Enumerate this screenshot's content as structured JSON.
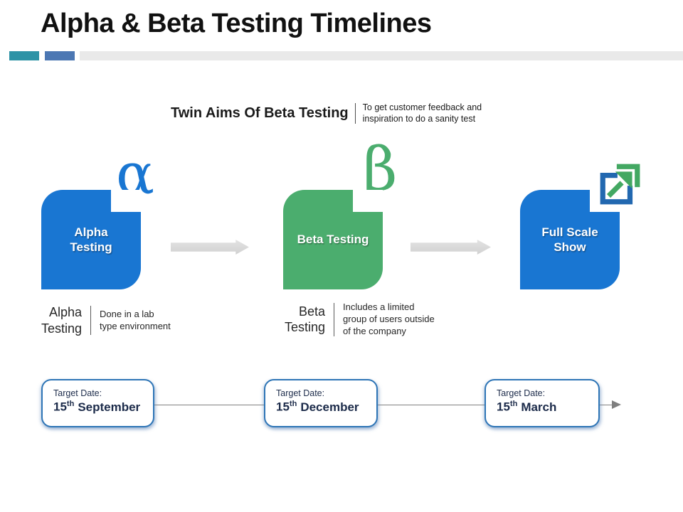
{
  "slide": {
    "title": "Alpha & Beta Testing Timelines"
  },
  "colors": {
    "stage_blue": "#1976D2",
    "stage_green": "#4BAD6E",
    "accent_teal": "#2E93A6",
    "accent_steel_blue": "#4C77B3",
    "accent_gray": "#E9E9E9",
    "timeline_border_blue": "#2E75B6",
    "date_text_navy": "#1c2b4a"
  },
  "callout": {
    "heading": "Twin Aims Of Beta Testing",
    "description": "To  get customer feedback and\ninspiration to do a sanity test"
  },
  "stages": [
    {
      "symbol": "α",
      "label": "Alpha\nTesting"
    },
    {
      "symbol": "β",
      "label": "Beta Testing"
    },
    {
      "symbol": "",
      "label": "Full Scale\nShow"
    }
  ],
  "notes": [
    {
      "label": "Alpha\nTesting",
      "description": "Done in a lab\ntype environment"
    },
    {
      "label": "Beta\nTesting",
      "description": "Includes a limited\ngroup of users outside\nof the company"
    }
  ],
  "timeline": [
    {
      "label": "Target Date:",
      "day": "15",
      "ordinal": "th",
      "month": "September"
    },
    {
      "label": "Target Date:",
      "day": "15",
      "ordinal": "th",
      "month": "December"
    },
    {
      "label": "Target Date:",
      "day": "15",
      "ordinal": "th",
      "month": "March"
    }
  ]
}
